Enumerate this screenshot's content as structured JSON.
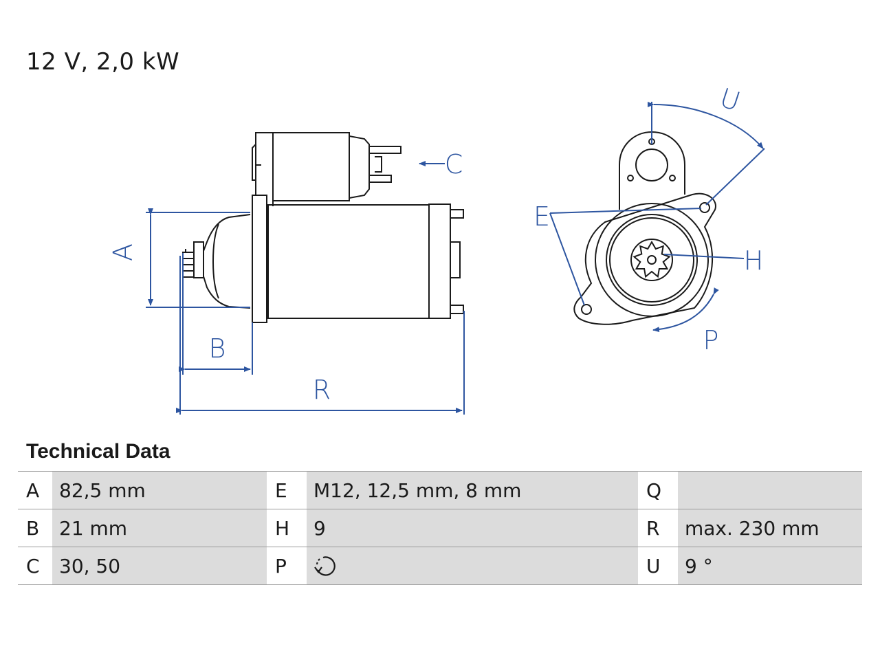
{
  "header": {
    "title": "12 V, 2,0 kW"
  },
  "drawing": {
    "labels": {
      "A": "A",
      "B": "B",
      "C": "C",
      "R": "R",
      "U": "U",
      "E": "E",
      "H": "H",
      "P": "P"
    },
    "line_color": "#2d55a0",
    "outline_color": "#1a1a1a"
  },
  "technical_data": {
    "heading": "Technical Data",
    "rows": [
      [
        {
          "key": "A",
          "value": "82,5 mm"
        },
        {
          "key": "E",
          "value": "M12, 12,5 mm, 8 mm"
        },
        {
          "key": "Q",
          "value": ""
        }
      ],
      [
        {
          "key": "B",
          "value": "21 mm"
        },
        {
          "key": "H",
          "value": "9"
        },
        {
          "key": "R",
          "value": "max. 230 mm"
        }
      ],
      [
        {
          "key": "C",
          "value": "30, 50"
        },
        {
          "key": "P",
          "value": "",
          "icon": "clockwise-rotation-icon"
        },
        {
          "key": "U",
          "value": "9 °"
        }
      ]
    ],
    "cell_background": "#dcdcdc"
  }
}
